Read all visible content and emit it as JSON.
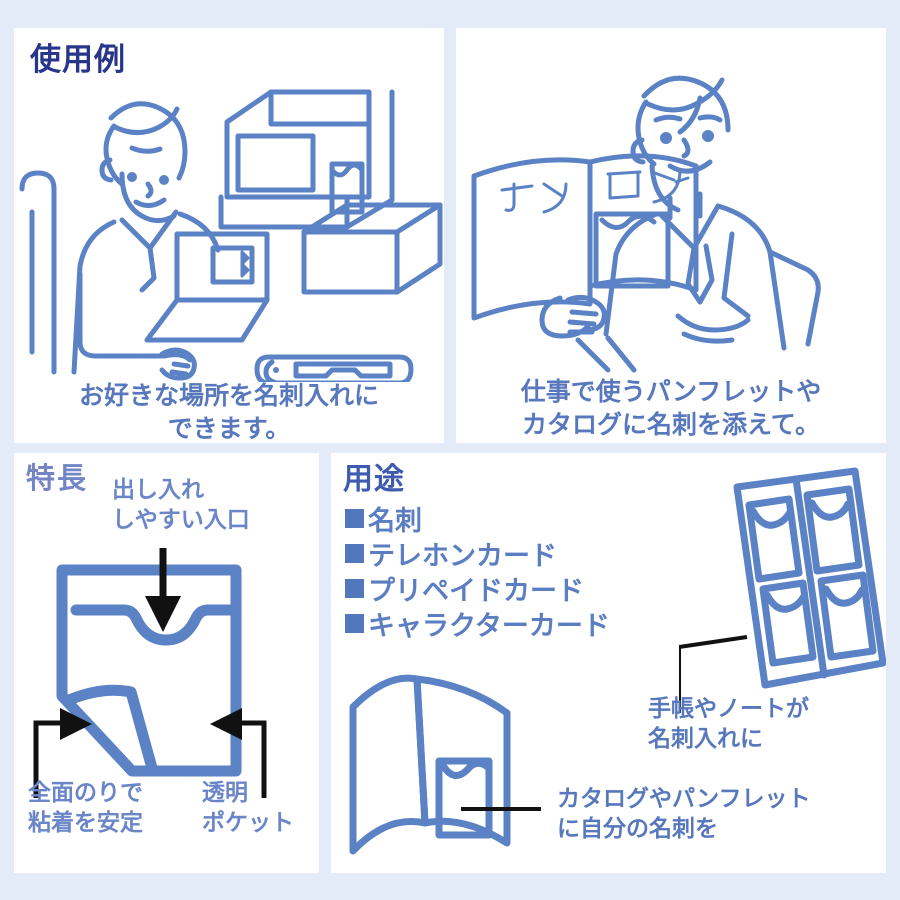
{
  "colors": {
    "page_background": "#e4ebf8",
    "panel_background": "#ffffff",
    "line_art": "#5b82c4",
    "heading_navy": "#27368a",
    "heading_mincho": "#7385c4",
    "caption_blue": "#5878bd",
    "bullet_square": "#5277bd",
    "arrow_black": "#111111"
  },
  "panels": {
    "usecase_desk": {
      "heading": "使用例",
      "caption": "お好きな場所を名刺入れに\nできます。",
      "illustration": "businessman-at-desk-with-computer-and-telephone"
    },
    "usecase_catalog": {
      "caption": "仕事で使うパンフレットや\nカタログに名刺を添えて。",
      "illustration": "businessman-holding-open-catalog",
      "catalog_label_left": "カタ",
      "catalog_label_right": "ログ"
    },
    "features": {
      "heading": "特長",
      "illustration": "adhesive-clear-card-pocket-diagram",
      "annotations": {
        "top": "出し入れ\nしやすい入口",
        "bottom_left": "全面のりで\n粘着を安定",
        "bottom_right": "透明\nポケット"
      }
    },
    "uses": {
      "heading": "用途",
      "items": [
        {
          "label": "名刺"
        },
        {
          "label": "テレホンカード"
        },
        {
          "label": "プリペイドカード"
        },
        {
          "label": "キャラクターカード"
        }
      ],
      "annotations": {
        "notebook": "手帳やノートが\n名刺入れに",
        "catalog": "カタログやパンフレット\nに自分の名刺を"
      },
      "illustration_notebook": "tilted-notebook-with-four-card-pockets",
      "illustration_catalog": "open-catalog-with-card-pocket"
    }
  }
}
